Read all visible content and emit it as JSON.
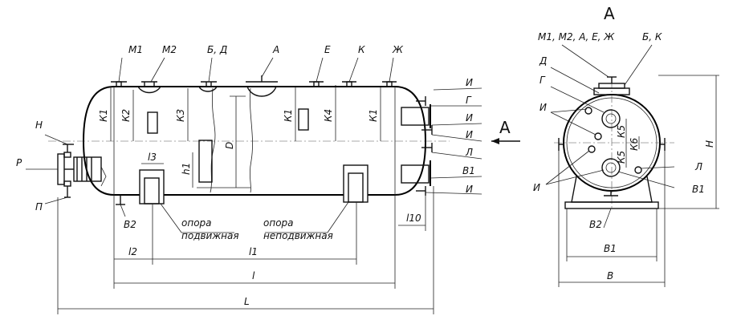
{
  "side_view": {
    "top_nozzles": [
      "М1",
      "М2",
      "Б, Д",
      "А",
      "Е",
      "К",
      "Ж"
    ],
    "right_nozzles": [
      "И",
      "Г",
      "И",
      "И",
      "Л",
      "В1",
      "И"
    ],
    "left_labels": {
      "n": "Н",
      "p": "Р",
      "pi": "П"
    },
    "vertical_dims": [
      "К1",
      "К2",
      "К3",
      "К1",
      "К4",
      "К1"
    ],
    "inner_dims": {
      "d": "D",
      "h1": "h1",
      "l3": "l3"
    },
    "bottom_nozzle": "В2",
    "supports": {
      "movable": [
        "опора",
        "подвижная"
      ],
      "fixed": [
        "опора",
        "неподвижная"
      ]
    },
    "dims": {
      "l10": "l10",
      "l2": "l2",
      "l1": "l1",
      "l": "l",
      "L": "L"
    }
  },
  "end_view": {
    "title": "А",
    "view_arrow": "А",
    "top_left_label": "М1, М2, А, Е, Ж",
    "top_right_label": "Б, К",
    "left_labels": [
      "Д",
      "Г",
      "И",
      "И"
    ],
    "right_labels": [
      "Л",
      "В1"
    ],
    "inner_dims": [
      "К5",
      "К5",
      "К6"
    ],
    "height_dim": "Н",
    "bottom_labels": {
      "b2": "В2",
      "b1": "В1",
      "b": "В"
    }
  }
}
